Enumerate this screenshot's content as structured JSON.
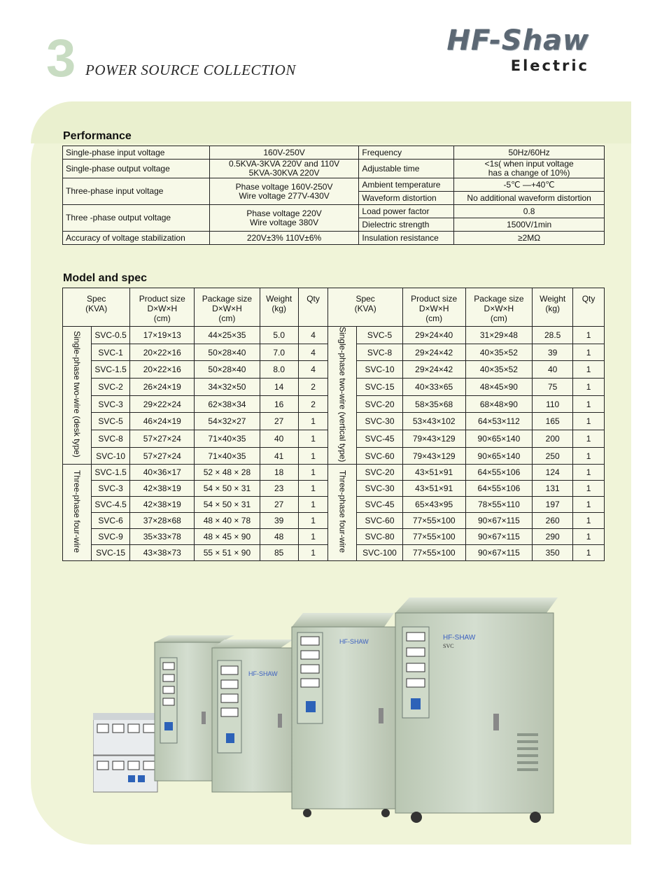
{
  "header": {
    "section_number": "3",
    "section_title": "POWER SOURCE COLLECTION",
    "brand_name": "HF-Shaw",
    "brand_sub": "Electric"
  },
  "performance": {
    "heading": "Performance",
    "rows": [
      {
        "l_label": "Single-phase input voltage",
        "l_value": [
          "160V-250V"
        ],
        "r_label": "Frequency",
        "r_value": [
          "50Hz/60Hz"
        ]
      },
      {
        "l_label": "Single-phase output voltage",
        "l_value": [
          "0.5KVA-3KVA  220V and 110V",
          "5KVA-30KVA    220V"
        ],
        "r_label": "Adjustable time",
        "r_value": [
          "<1s( when input voltage",
          "has a change of 10%)"
        ]
      },
      {
        "l_label": "Three-phase input voltage",
        "l_value": [
          "Phase voltage 160V-250V",
          "Wire voltage 277V-430V"
        ],
        "r_label": "Ambient temperature",
        "r_value": [
          "-5℃ —+40℃"
        ],
        "r_label2": "Waveform distortion",
        "r_value2": [
          "No additional waveform distortion"
        ]
      },
      {
        "l_label": "Three -phase output voltage",
        "l_value": [
          "Phase voltage 220V",
          "Wire voltage 380V"
        ],
        "r_label": "Load power factor",
        "r_value": [
          "0.8"
        ],
        "r_label2": "Dielectric strength",
        "r_value2": [
          "1500V/1min"
        ]
      },
      {
        "l_label": "Accuracy of voltage stabilization",
        "l_value": [
          "220V±3%   110V±6%"
        ],
        "r_label": "Insulation resistance",
        "r_value": [
          "≥2MΩ"
        ]
      }
    ]
  },
  "model_spec": {
    "heading": "Model and spec",
    "columns": [
      "Spec\n(KVA)",
      "Product size\nD×W×H\n(cm)",
      "Package size\nD×W×H\n(cm)",
      "Weight\n(kg)",
      "Qty"
    ],
    "left_groups": [
      {
        "label": "Single-phase two-wire (desk type)",
        "rows": [
          [
            "SVC-0.5",
            "17×19×13",
            "44×25×35",
            "5.0",
            "4"
          ],
          [
            "SVC-1",
            "20×22×16",
            "50×28×40",
            "7.0",
            "4"
          ],
          [
            "SVC-1.5",
            "20×22×16",
            "50×28×40",
            "8.0",
            "4"
          ],
          [
            "SVC-2",
            "26×24×19",
            "34×32×50",
            "14",
            "2"
          ],
          [
            "SVC-3",
            "29×22×24",
            "62×38×34",
            "16",
            "2"
          ],
          [
            "SVC-5",
            "46×24×19",
            "54×32×27",
            "27",
            "1"
          ],
          [
            "SVC-8",
            "57×27×24",
            "71×40×35",
            "40",
            "1"
          ],
          [
            "SVC-10",
            "57×27×24",
            "71×40×35",
            "41",
            "1"
          ]
        ]
      },
      {
        "label": "Three-phase four-wire",
        "rows": [
          [
            "SVC-1.5",
            "40×36×17",
            "52 × 48 × 28",
            "18",
            "1"
          ],
          [
            "SVC-3",
            "42×38×19",
            "54 × 50 × 31",
            "23",
            "1"
          ],
          [
            "SVC-4.5",
            "42×38×19",
            "54 × 50 × 31",
            "27",
            "1"
          ],
          [
            "SVC-6",
            "37×28×68",
            "48 × 40 × 78",
            "39",
            "1"
          ],
          [
            "SVC-9",
            "35×33×78",
            "48 × 45 × 90",
            "48",
            "1"
          ],
          [
            "SVC-15",
            "43×38×73",
            "55 × 51 × 90",
            "85",
            "1"
          ]
        ]
      }
    ],
    "right_groups": [
      {
        "label": "Single-phase two-wire (vertical type)",
        "rows": [
          [
            "SVC-5",
            "29×24×40",
            "31×29×48",
            "28.5",
            "1"
          ],
          [
            "SVC-8",
            "29×24×42",
            "40×35×52",
            "39",
            "1"
          ],
          [
            "SVC-10",
            "29×24×42",
            "40×35×52",
            "40",
            "1"
          ],
          [
            "SVC-15",
            "40×33×65",
            "48×45×90",
            "75",
            "1"
          ],
          [
            "SVC-20",
            "58×35×68",
            "68×48×90",
            "110",
            "1"
          ],
          [
            "SVC-30",
            "53×43×102",
            "64×53×112",
            "165",
            "1"
          ],
          [
            "SVC-45",
            "79×43×129",
            "90×65×140",
            "200",
            "1"
          ],
          [
            "SVC-60",
            "79×43×129",
            "90×65×140",
            "250",
            "1"
          ]
        ]
      },
      {
        "label": "Three-phase four-wire",
        "rows": [
          [
            "SVC-20",
            "43×51×91",
            "64×55×106",
            "124",
            "1"
          ],
          [
            "SVC-30",
            "43×51×91",
            "64×55×106",
            "131",
            "1"
          ],
          [
            "SVC-45",
            "65×43×95",
            "78×55×110",
            "197",
            "1"
          ],
          [
            "SVC-60",
            "77×55×100",
            "90×67×115",
            "260",
            "1"
          ],
          [
            "SVC-80",
            "77×55×100",
            "90×67×115",
            "290",
            "1"
          ],
          [
            "SVC-100",
            "77×55×100",
            "90×67×115",
            "350",
            "1"
          ]
        ]
      }
    ]
  },
  "photo": {
    "cabinet_brand": "HF-SHAW",
    "model_text": "SVC"
  },
  "colors": {
    "panel": "#f0f4d8",
    "cabinet": "#c9d5c2",
    "meter_frame": "#6d7a73"
  }
}
